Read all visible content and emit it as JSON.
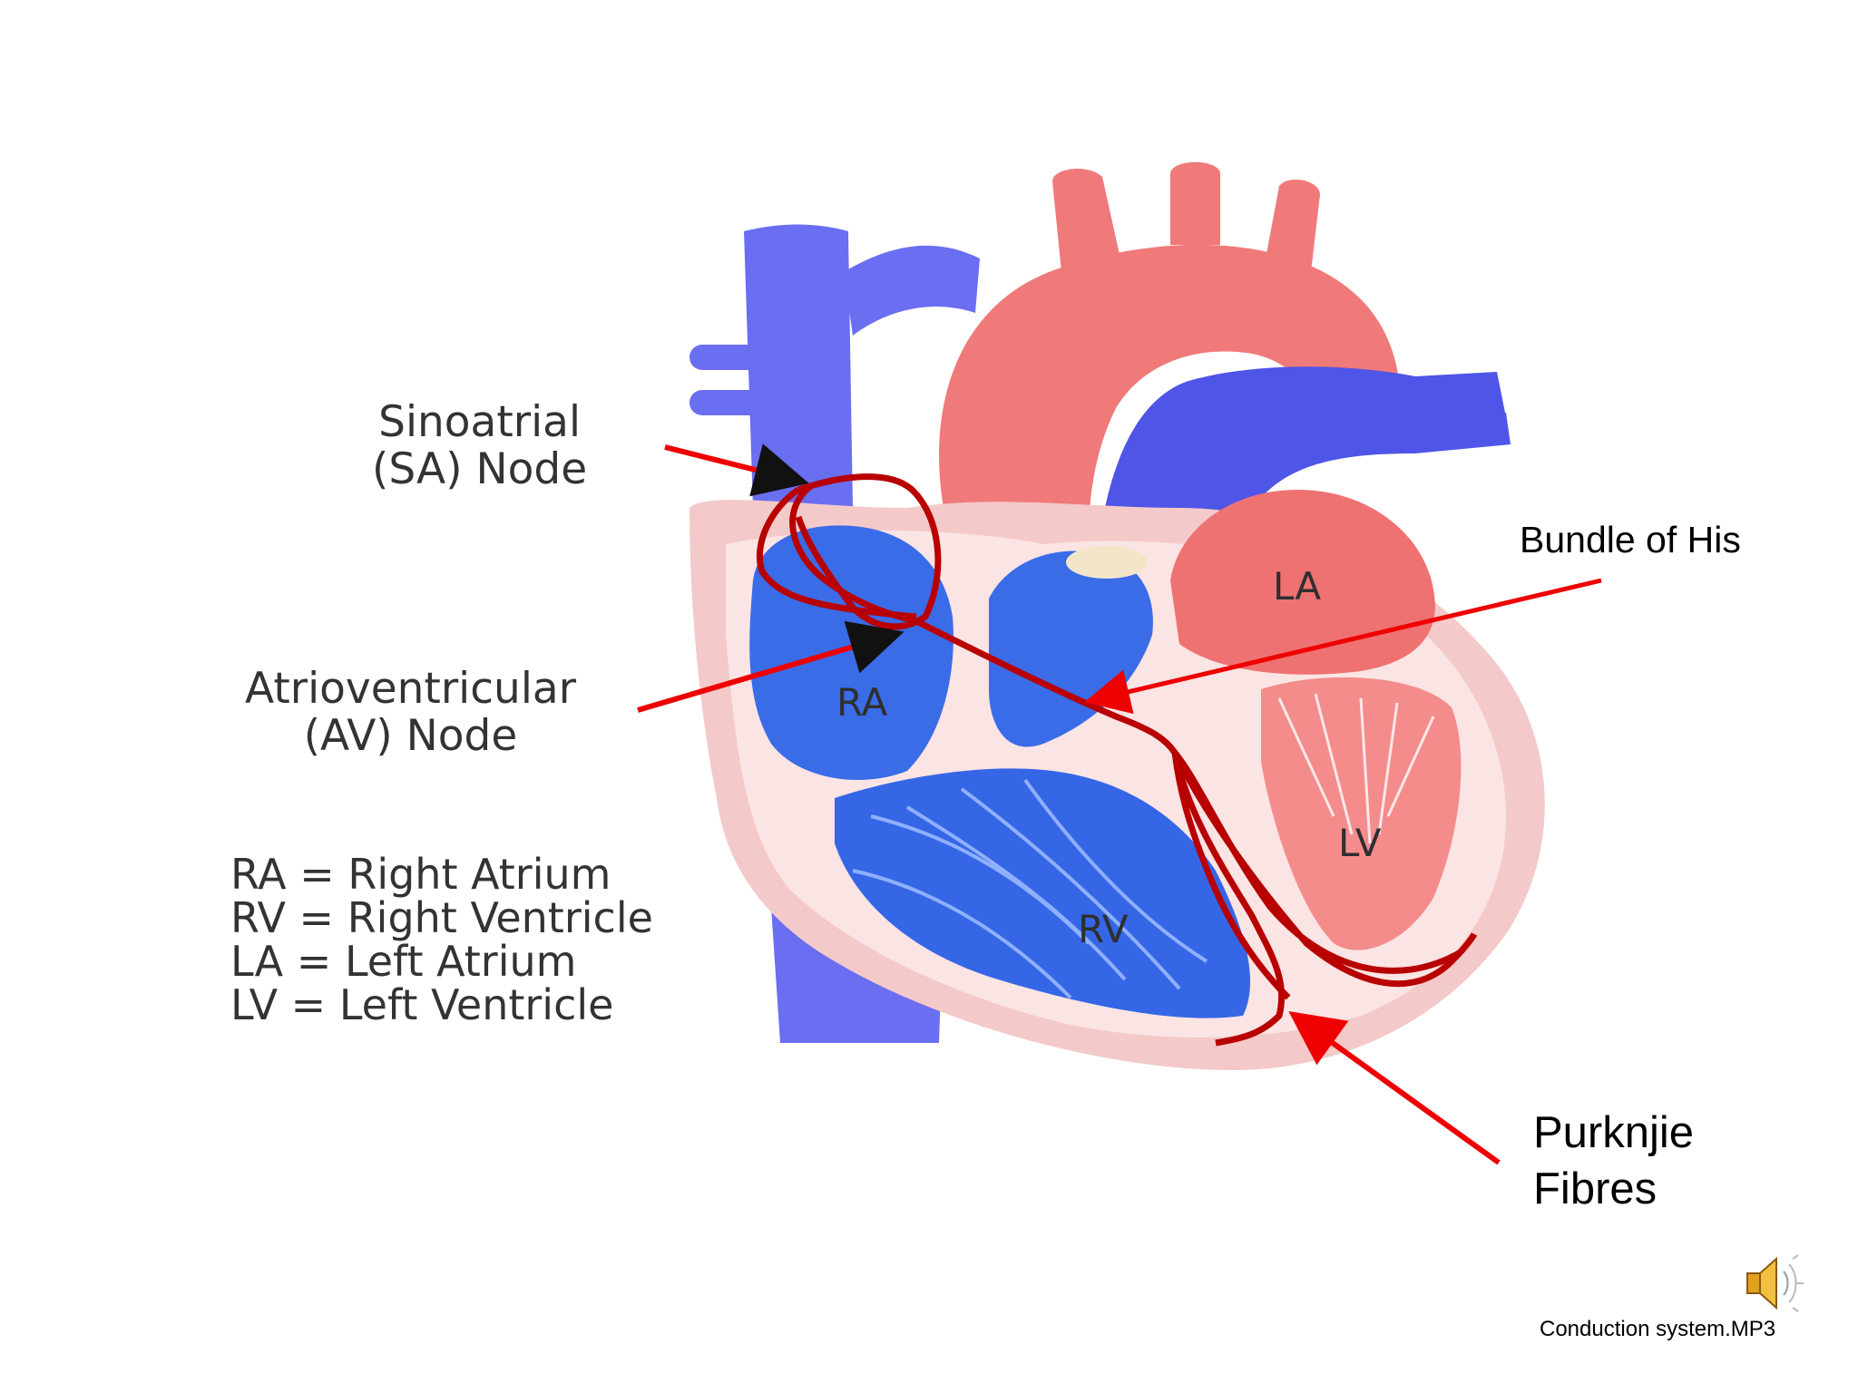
{
  "labels": {
    "sa_node_line1": "Sinoatrial",
    "sa_node_line2": "(SA) Node",
    "av_node_line1": "Atrioventricular",
    "av_node_line2": "(AV) Node",
    "bundle_of_his": "Bundle of His",
    "purkinje_line1": "Purknjie",
    "purkinje_line2": "Fibres"
  },
  "chambers": {
    "ra": "RA",
    "rv": "RV",
    "la": "LA",
    "lv": "LV"
  },
  "legend": [
    "RA = Right Atrium",
    "RV = Right Ventricle",
    "LA = Left Atrium",
    "LV = Left Ventricle"
  ],
  "audio": {
    "icon": "speaker-icon",
    "filename": "Conduction system.MP3"
  },
  "colors": {
    "veins": "#6a6ef0",
    "chamber_blue": "#3a6ce8",
    "arteries": "#f07a7a",
    "myocardium": "#f9dede",
    "conduction_path": "#b80000",
    "arrow_red": "#ee0000"
  }
}
